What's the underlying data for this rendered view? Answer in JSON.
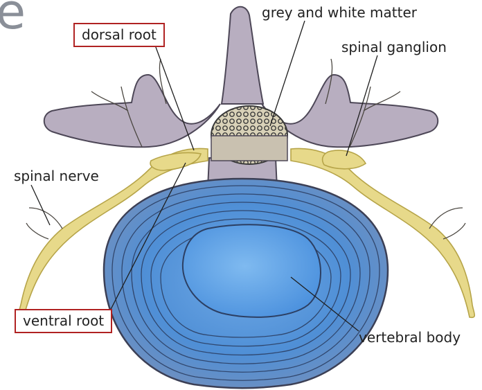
{
  "figure": {
    "labels": {
      "dorsal_root": "dorsal root",
      "grey_white_matter": "grey and white matter",
      "spinal_ganglion": "spinal ganglion",
      "spinal_nerve": "spinal nerve",
      "ventral_root": "ventral root",
      "vertebral_body": "vertebral body"
    },
    "partial_heading": "e",
    "colors": {
      "bone": "#b8aec0",
      "bone_dark": "#8f8599",
      "nerve": "#e7d98a",
      "nerve_dark": "#c8b95a",
      "disc_outer": "#6f9fd6",
      "disc_inner": "#5a95d8",
      "ring_line": "#2c3f63",
      "highlight_box": "#b02222"
    }
  }
}
